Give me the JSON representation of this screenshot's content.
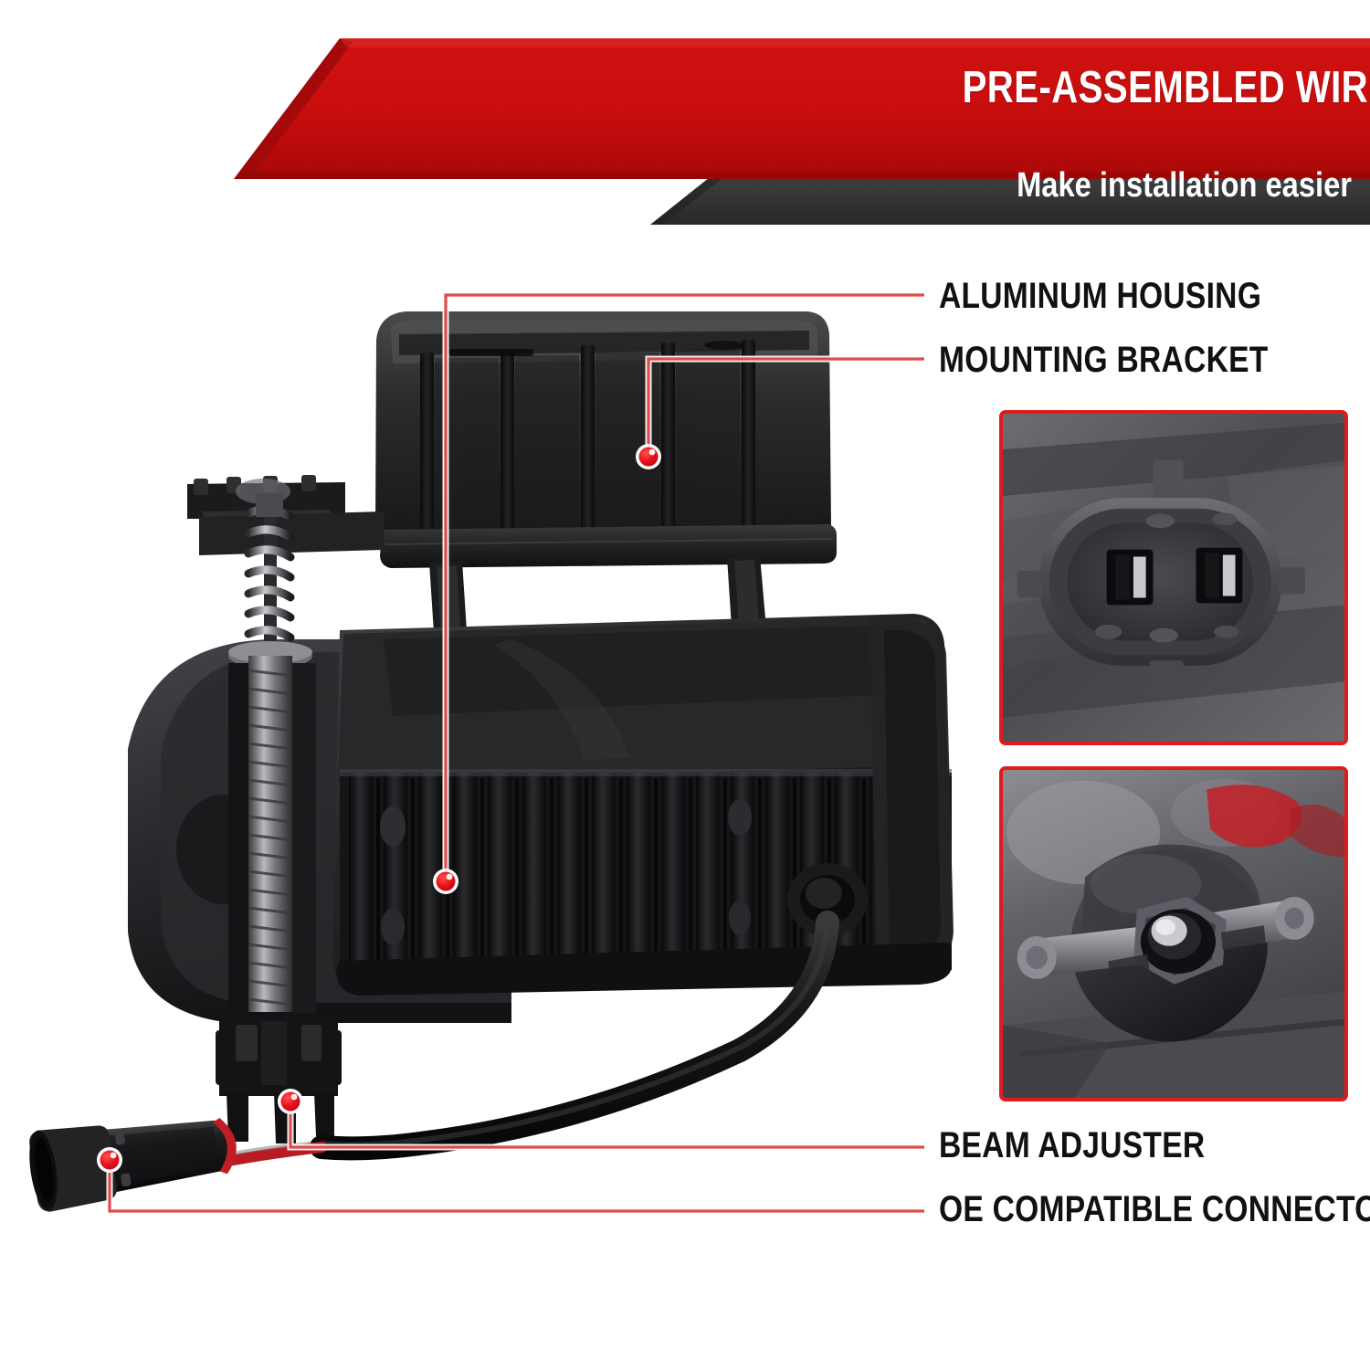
{
  "header": {
    "title": "PRE-ASSEMBLED WIRING",
    "subtitle": "Make installation easier",
    "red_color": "#C80D0D",
    "dark_color": "#3A3A3A"
  },
  "accent": {
    "leader_color": "#E04B4B",
    "marker_color": "#E8111C",
    "frame_color": "#E01B1B"
  },
  "callouts": [
    {
      "id": "aluminum-housing",
      "label": "ALUMINUM HOUSING"
    },
    {
      "id": "mounting-bracket",
      "label": "MOUNTING BRACKET"
    },
    {
      "id": "beam-adjuster",
      "label": "BEAM ADJUSTER"
    },
    {
      "id": "oe-compatible-connector",
      "label": "OE COMPATIBLE CONNECTOR"
    }
  ],
  "insets": [
    {
      "id": "connector-closeup",
      "caption": ""
    },
    {
      "id": "beam-adjuster-closeup",
      "caption": ""
    }
  ],
  "product": {
    "name": "LED fog light assembly"
  }
}
